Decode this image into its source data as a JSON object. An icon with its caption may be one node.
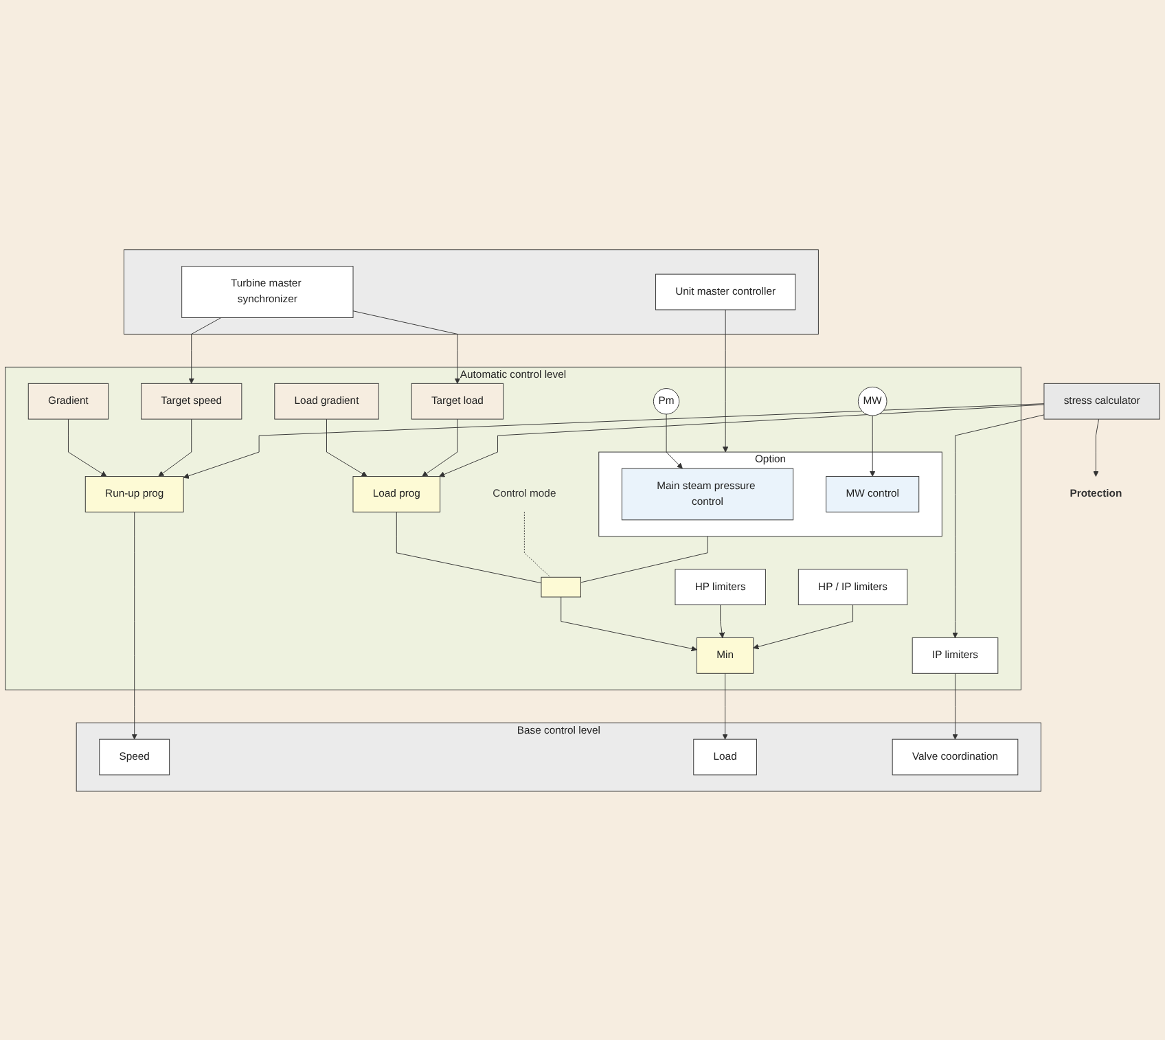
{
  "diagram": {
    "nodes": [
      {
        "text": [],
        "shape": "box"
      },
      {
        "text": [
          "Turbine master synchronizer"
        ],
        "in": 0
      },
      {
        "text": [
          "Unit master controller"
        ],
        "in": 0
      },
      {
        "text": [
          "Automatic control level"
        ]
      },
      {
        "text": [
          "Target speed"
        ],
        "in": 3
      },
      {
        "text": [
          "Target load"
        ],
        "in": 3
      },
      {
        "text": [
          "Gradient"
        ],
        "in": 3
      },
      {
        "text": [
          "Load gradient"
        ],
        "in": 3
      },
      {
        "text": [
          "Run-up prog"
        ],
        "in": 3
      },
      {
        "text": [
          "Load prog"
        ],
        "in": 3
      },
      {
        "text": [
          "Option"
        ],
        "in": 3
      },
      {
        "text": [
          "Main steam pressure control"
        ],
        "in": 10
      },
      {
        "text": [
          "MW control"
        ],
        "in": 10
      },
      {
        "text": [
          "Pm"
        ],
        "in": 3
      },
      {
        "text": [
          "MW"
        ],
        "in": 3
      },
      {
        "text": [
          "Control mode"
        ],
        "in": 3
      },
      {
        "text": [],
        "shape": "box",
        "in": 3
      },
      {
        "text": [
          "HP limiters"
        ],
        "in": 3
      },
      {
        "text": [
          "HP / IP limiters"
        ],
        "in": 3
      },
      {
        "text": [
          "Min"
        ],
        "in": 3
      },
      {
        "text": [
          "IP limiters"
        ],
        "in": 3
      },
      {
        "text": [
          "stress calculator"
        ]
      },
      {
        "text": [
          "Protection"
        ]
      },
      {
        "text": [
          "Base control level"
        ]
      },
      {
        "text": [
          "Speed"
        ],
        "in": 23
      },
      {
        "text": [
          "Load"
        ],
        "in": 23
      },
      {
        "text": [
          "Valve coordination"
        ],
        "in": 23
      }
    ],
    "edges": [
      {
        "from": 1,
        "to": 4,
        "arrow": "to"
      },
      {
        "from": 1,
        "to": 5,
        "arrow": "to"
      },
      {
        "from": 2,
        "to": 10,
        "arrow": "to"
      },
      {
        "from": 6,
        "to": 8,
        "arrow": "to"
      },
      {
        "from": 4,
        "to": 8,
        "arrow": "to"
      },
      {
        "from": 21,
        "to": 8,
        "arrow": "to"
      },
      {
        "from": 7,
        "to": 9,
        "arrow": "to"
      },
      {
        "from": 5,
        "to": 9,
        "arrow": "to"
      },
      {
        "from": 21,
        "to": 9,
        "arrow": "to"
      },
      {
        "from": 21,
        "to": 20,
        "arrow": "to"
      },
      {
        "from": 21,
        "to": 22,
        "arrow": "to"
      },
      {
        "from": 13,
        "to": 11,
        "arrow": "to"
      },
      {
        "from": 14,
        "to": 12,
        "arrow": "to"
      },
      {
        "from": 9,
        "to": 16,
        "arrow": "none"
      },
      {
        "from": 10,
        "to": 16,
        "arrow": "none"
      },
      {
        "from": 15,
        "to": 16,
        "arrow": "none",
        "style": "dashed"
      },
      {
        "from": 16,
        "to": 19,
        "arrow": "to"
      },
      {
        "from": 17,
        "to": 19,
        "arrow": "to"
      },
      {
        "from": 18,
        "to": 19,
        "arrow": "to"
      },
      {
        "from": 8,
        "to": 24,
        "arrow": "to"
      },
      {
        "from": 19,
        "to": 25,
        "arrow": "to"
      },
      {
        "from": 20,
        "to": 26,
        "arrow": "to"
      }
    ]
  }
}
